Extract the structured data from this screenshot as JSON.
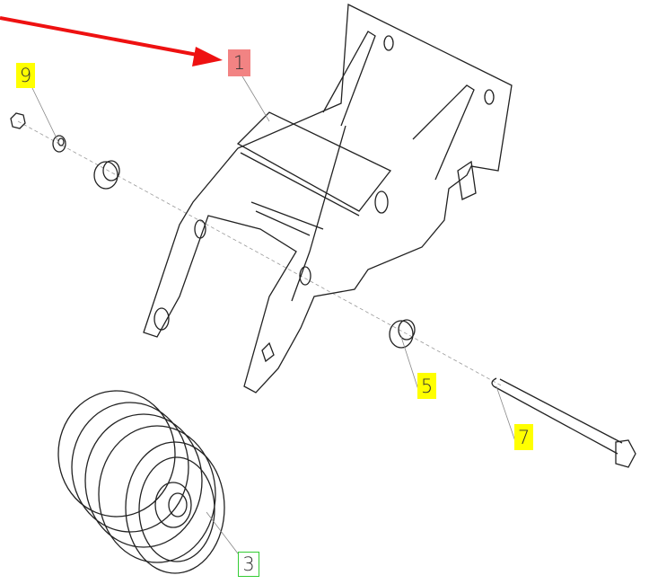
{
  "diagram": {
    "callouts": [
      {
        "id": "part-1",
        "label": "1",
        "color": "#f28383"
      },
      {
        "id": "part-9",
        "label": "9",
        "color": "#ffff00"
      },
      {
        "id": "part-5",
        "label": "5",
        "color": "#ffff00"
      },
      {
        "id": "part-7",
        "label": "7",
        "color": "#ffff00"
      },
      {
        "id": "part-3",
        "label": "3",
        "color": "#33cc33"
      }
    ],
    "arrow_color": "#ee1111"
  }
}
